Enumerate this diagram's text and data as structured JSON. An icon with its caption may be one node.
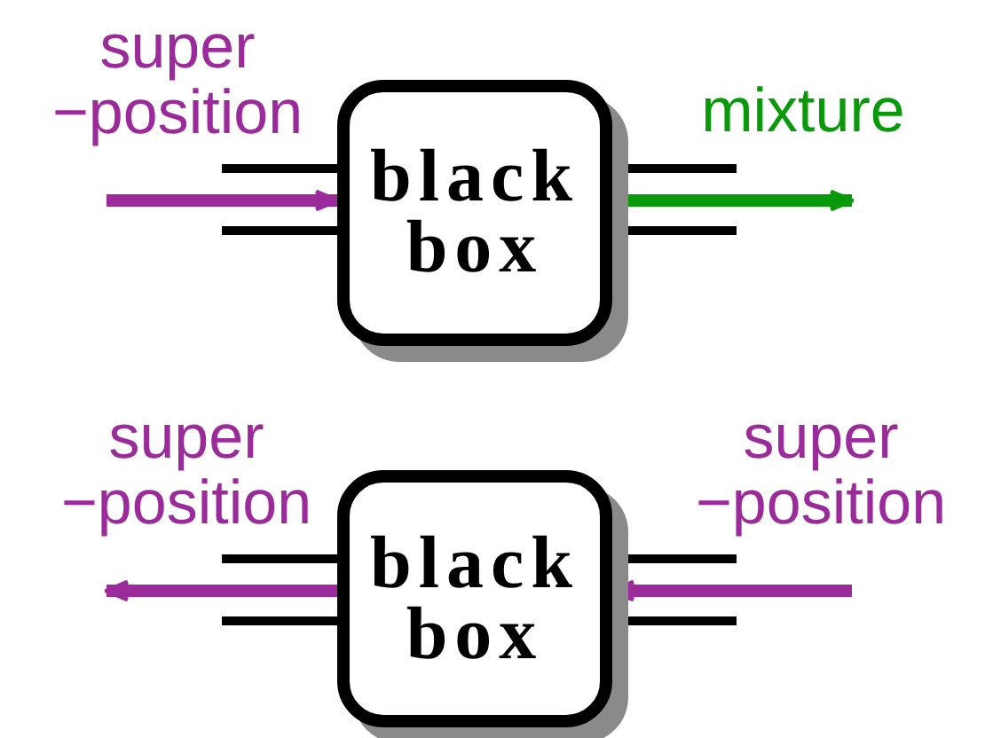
{
  "diagram": {
    "nodes": [
      {
        "text": [
          "black box"
        ]
      },
      {
        "text": [
          "black box"
        ]
      }
    ],
    "edges": [
      {
        "from": null,
        "to": 0,
        "arrow": "to"
      },
      {
        "from": 0,
        "to": null,
        "arrow": "to",
        "color": "#0a990a"
      },
      {
        "from": 1,
        "to": null,
        "arrow": "to"
      },
      {
        "from": null,
        "to": 1,
        "arrow": "to"
      }
    ],
    "labels": [
      "super −position",
      "mixture",
      "super −position",
      "super −position"
    ]
  }
}
